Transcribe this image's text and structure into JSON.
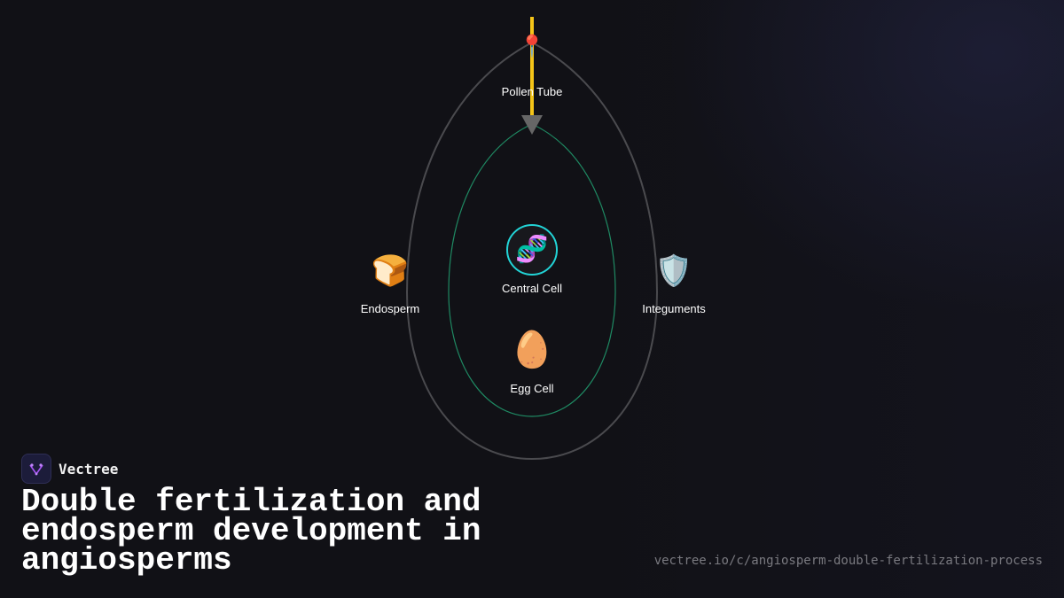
{
  "diagram": {
    "nodes": {
      "pollen_tube": {
        "label": "Pollen Tube",
        "icon": "pin-icon"
      },
      "central_cell": {
        "label": "Central Cell",
        "icon": "dna-icon"
      },
      "endosperm": {
        "label": "Endosperm",
        "icon": "bread-icon"
      },
      "integuments": {
        "label": "Integuments",
        "icon": "shield-icon"
      },
      "egg_cell": {
        "label": "Egg Cell",
        "icon": "egg-icon"
      }
    },
    "colors": {
      "outer_ovule": "#4a4a4e",
      "inner_sac": "#1f8a63",
      "pollen_tube": "#f5c518",
      "arrow": "#666666",
      "central_ring": "#22d3d6"
    }
  },
  "brand": {
    "name": "Vectree"
  },
  "title": "Double fertilization and endosperm development in angiosperms",
  "url": "vectree.io/c/angiosperm-double-fertilization-process"
}
